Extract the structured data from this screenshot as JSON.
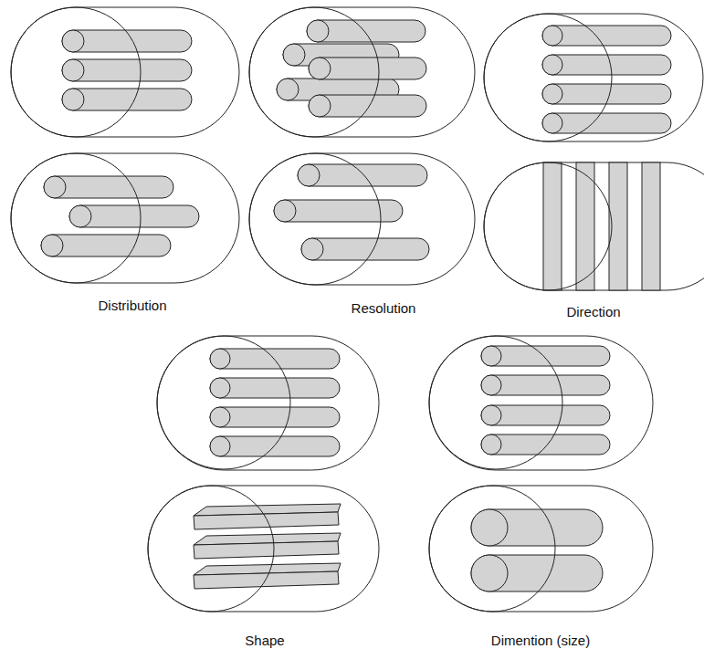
{
  "diagram": {
    "labels": [
      "Distribution",
      "Resolution",
      "Direction",
      "Shape",
      "Dimention (size)"
    ]
  }
}
